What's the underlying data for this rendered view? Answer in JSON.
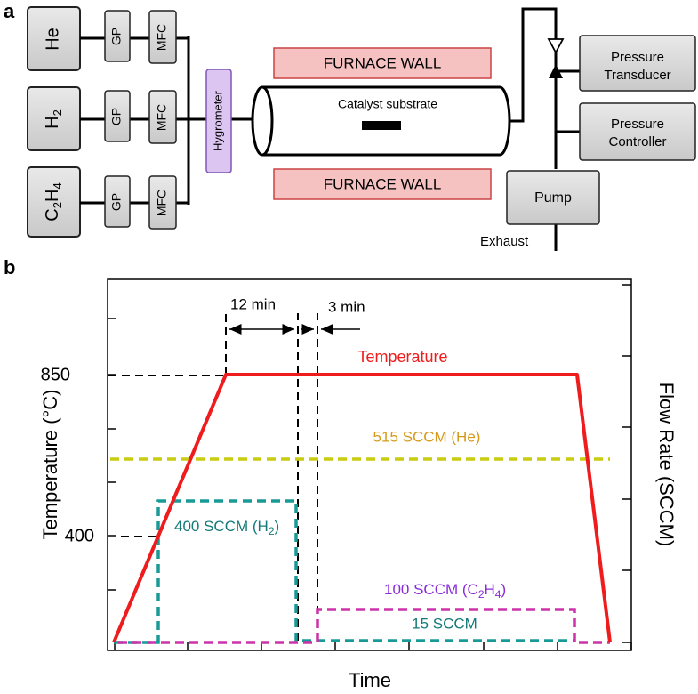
{
  "panel_a": {
    "label": "a",
    "gases": [
      {
        "name": "He",
        "sub": "",
        "tail": ""
      },
      {
        "name": "H",
        "sub": "2",
        "tail": ""
      },
      {
        "name": "C",
        "sub": "2",
        "tail": "H",
        "sub2": "4"
      }
    ],
    "gp_label": "GP",
    "mfc_label": "MFC",
    "hygrometer": "Hygrometer",
    "furnace_top": "FURNACE WALL",
    "furnace_bottom": "FURNACE WALL",
    "catalyst": "Catalyst substrate",
    "pressure_transducer": [
      "Pressure",
      "Transducer"
    ],
    "pressure_controller": [
      "Pressure",
      "Controller"
    ],
    "pump": "Pump",
    "exhaust": "Exhaust",
    "colors": {
      "furnace_fill": "#f6c1c1",
      "furnace_stroke": "#c44",
      "hygrometer_fill": "#dcc6f1",
      "hygrometer_stroke": "#7e57b5",
      "box_fill": "#d9d9d9"
    }
  },
  "panel_b": {
    "label": "b",
    "ylabel_left": "Temperature (°C)",
    "ylabel_right": "Flow Rate (SCCM)",
    "xlabel": "Time",
    "ytick_850": "850",
    "ytick_400": "400",
    "dim_12": "12 min",
    "dim_3": "3 min",
    "label_temperature": "Temperature",
    "label_he": "515 SCCM (He)",
    "label_h2_main": "400 SCCM (H",
    "label_h2_sub": "2",
    "label_h2_tail": ")",
    "label_c2h4_main": "100 SCCM (C",
    "label_c2h4_sub": "2",
    "label_c2h4_mid": "H",
    "label_c2h4_sub2": "4",
    "label_c2h4_tail": ")",
    "label_15": "15 SCCM",
    "colors": {
      "temperature": "#ee1c1c",
      "he": "#c9cc11",
      "h2": "#1a9a97",
      "c2h4": "#cc33aa",
      "he_label": "#d69a1a",
      "h2_label": "#137a78",
      "c2h4_label": "#8a2bd6",
      "label_15": "#137a78"
    }
  }
}
